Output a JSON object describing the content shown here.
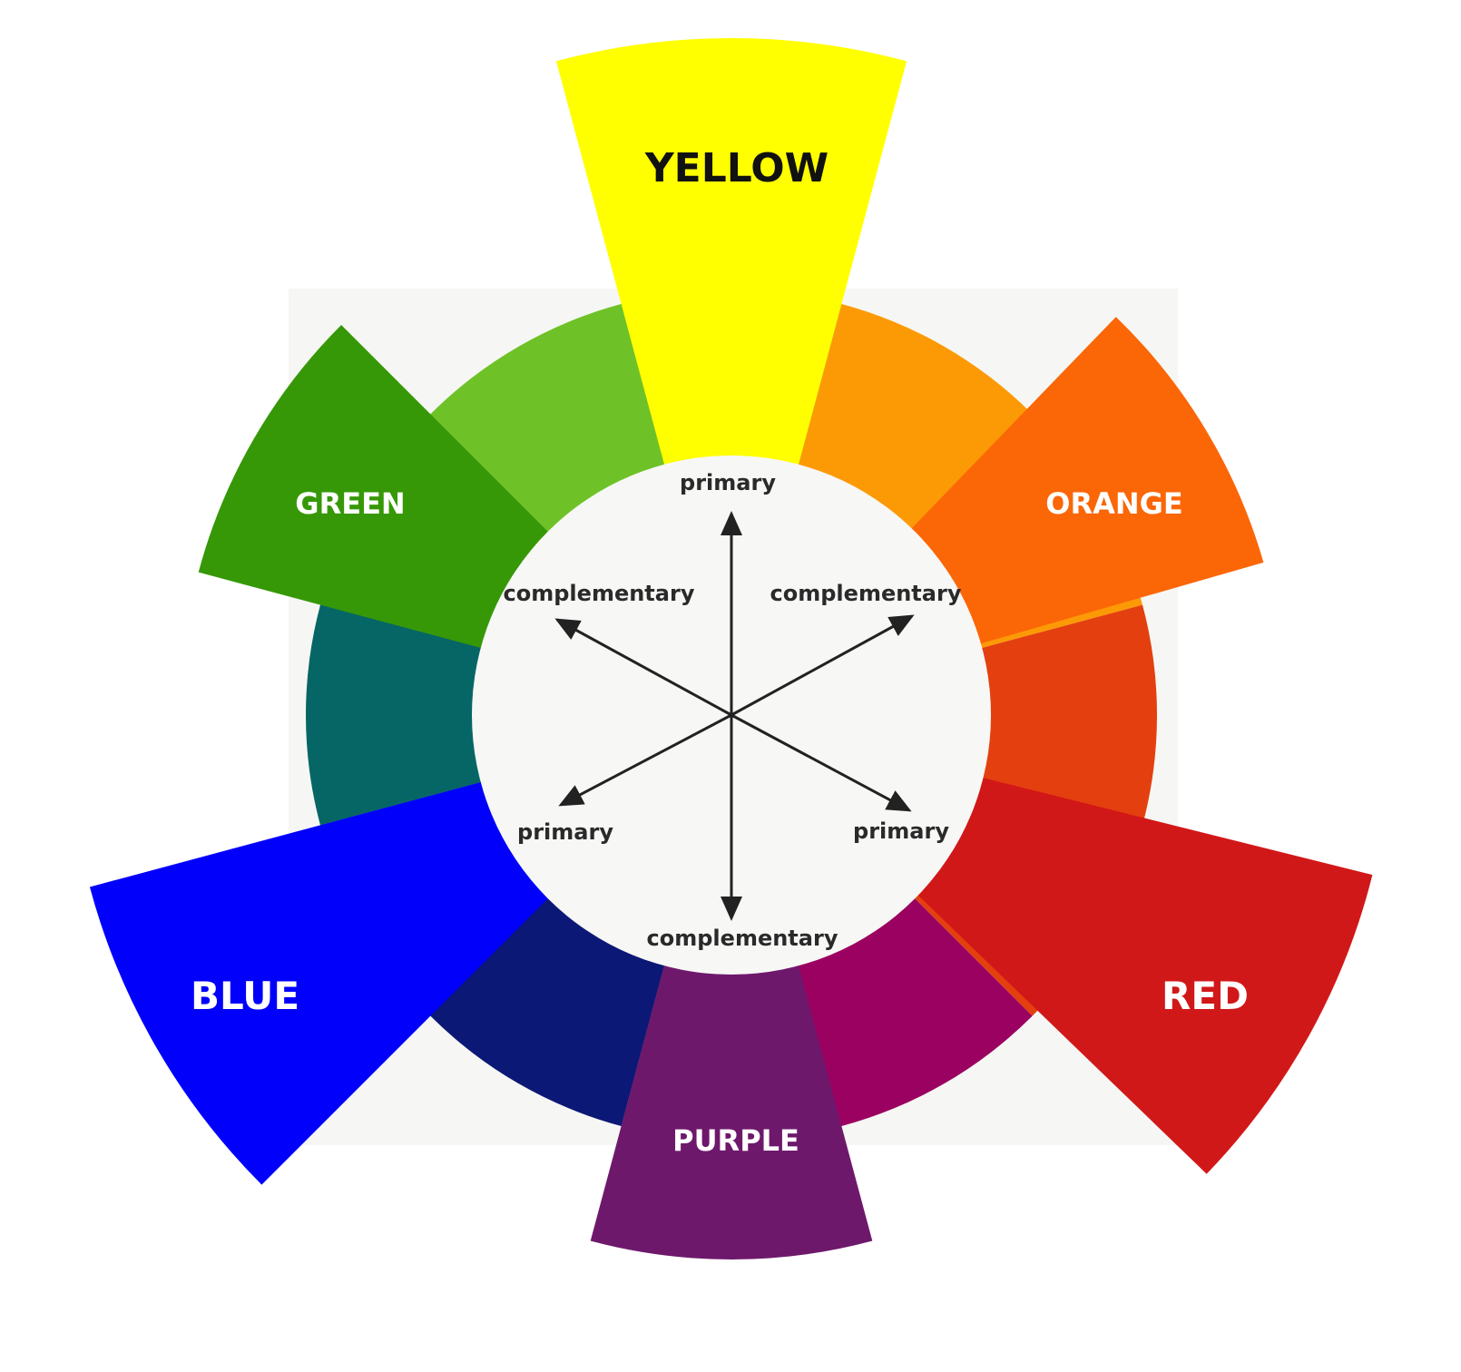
{
  "title": "Color wheel",
  "primary_wedges": [
    {
      "label": "YELLOW",
      "color": "#ffff00",
      "text_color": "#111111"
    },
    {
      "label": "ORANGE",
      "color": "#fb6607",
      "text_color": "#ffffff"
    },
    {
      "label": "RED",
      "color": "#d11819",
      "text_color": "#ffffff"
    },
    {
      "label": "PURPLE",
      "color": "#6e186c",
      "text_color": "#ffffff"
    },
    {
      "label": "BLUE",
      "color": "#0000fb",
      "text_color": "#ffffff"
    },
    {
      "label": "GREEN",
      "color": "#369806",
      "text_color": "#ffffff"
    }
  ],
  "ring_colors": [
    "#fc9a06",
    "#e4400f",
    "#9b0160",
    "#0c1875",
    "#066665",
    "#6ec227"
  ],
  "center": {
    "background": "#f7f7f5",
    "labels": {
      "top": "primary",
      "upper_left": "complementary",
      "upper_right": "complementary",
      "lower_left": "primary",
      "lower_right": "primary",
      "bottom": "complementary"
    }
  }
}
